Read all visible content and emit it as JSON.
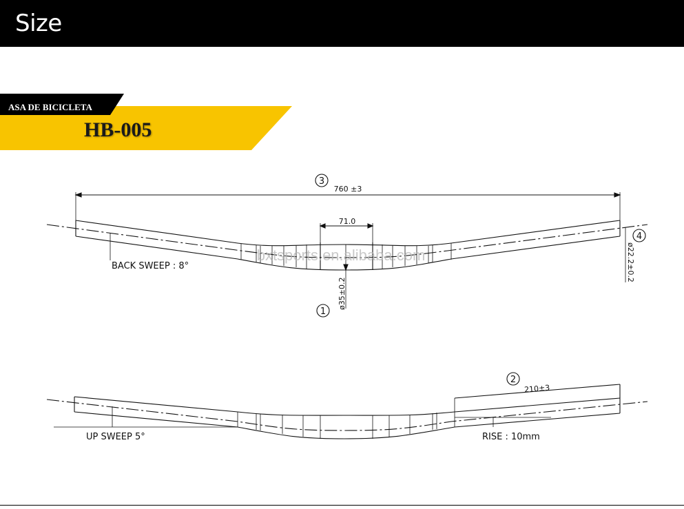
{
  "header": {
    "title": "Size"
  },
  "banner": {
    "subtitle": "ASA DE BICICLETA",
    "model": "HB-005",
    "accent_color": "#f8c400"
  },
  "watermark": "bxtsports.en.alibaba.com",
  "top_view": {
    "width_callout": "3",
    "width_label": "760 ±3",
    "clamp_width_label": "71.0",
    "clamp_diameter_callout": "1",
    "clamp_diameter_label": "ø35±0.2",
    "grip_diameter_callout": "4",
    "grip_diameter_label": "ø22.2±0.2",
    "back_sweep_label": "BACK SWEEP : 8°"
  },
  "side_view": {
    "rise_width_callout": "2",
    "rise_width_label": "210±3",
    "up_sweep_label": "UP SWEEP 5°",
    "rise_label": "RISE : 10mm"
  }
}
